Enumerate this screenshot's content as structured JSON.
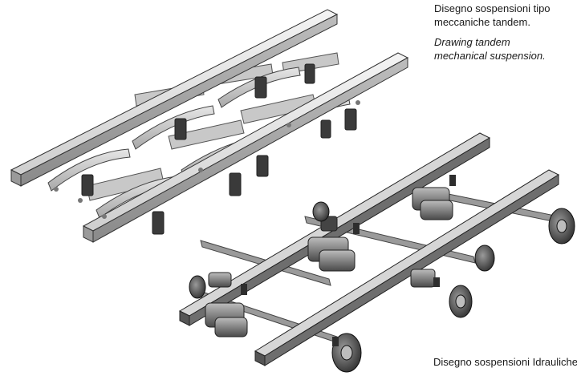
{
  "captions": {
    "mechanical_it_line1": "Disegno sospensioni tipo",
    "mechanical_it_line2": "meccaniche tandem.",
    "mechanical_en_line1": "Drawing tandem",
    "mechanical_en_line2": "mechanical suspension.",
    "hydraulic_it": "Disegno sospensioni Idrauliche"
  }
}
